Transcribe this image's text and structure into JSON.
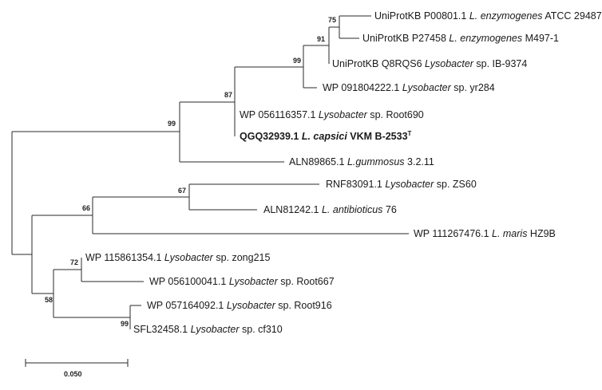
{
  "tree": {
    "leaves": [
      {
        "id": "P00801",
        "acc": "UniProtKB P00801.1 ",
        "sp": "L. enzymogenes",
        "strain": " ATCC 29487",
        "sup": "",
        "bold": false
      },
      {
        "id": "P27458",
        "acc": "UniProtKB P27458 ",
        "sp": "L. enzymogenes",
        "strain": " M497-1",
        "sup": "",
        "bold": false
      },
      {
        "id": "Q8RQS6",
        "acc": "UniProtKB Q8RQS6 ",
        "sp": "Lysobacter",
        "strain": " sp. IB-9374",
        "sup": "",
        "bold": false
      },
      {
        "id": "WP091804222",
        "acc": "WP 091804222.1 ",
        "sp": "Lysobacter",
        "strain": " sp. yr284",
        "sup": "",
        "bold": false
      },
      {
        "id": "WP056116357",
        "acc": "WP 056116357.1 ",
        "sp": "Lysobacter",
        "strain": " sp. Root690",
        "sup": "",
        "bold": false
      },
      {
        "id": "QGQ32939",
        "acc": "QGQ32939.1 ",
        "sp": "L. capsici",
        "strain": " VKM B-2533",
        "sup": "T",
        "bold": true
      },
      {
        "id": "ALN89865",
        "acc": "ALN89865.1 ",
        "sp": "L.gummosus",
        "strain": " 3.2.11",
        "sup": "",
        "bold": false
      },
      {
        "id": "RNF83091",
        "acc": "RNF83091.1 ",
        "sp": "Lysobacter",
        "strain": " sp. ZS60",
        "sup": "",
        "bold": false
      },
      {
        "id": "ALN81242",
        "acc": "ALN81242.1 ",
        "sp": "L. antibioticus",
        "strain": " 76",
        "sup": "",
        "bold": false
      },
      {
        "id": "WP111267476",
        "acc": "WP 111267476.1 ",
        "sp": "L. maris",
        "strain": "  HZ9B",
        "sup": "",
        "bold": false
      },
      {
        "id": "WP115861354",
        "acc": "WP 115861354.1 ",
        "sp": "Lysobacter",
        "strain": " sp. zong215",
        "sup": "",
        "bold": false
      },
      {
        "id": "WP056100041",
        "acc": "WP 056100041.1 ",
        "sp": "Lysobacter",
        "strain": " sp. Root667",
        "sup": "",
        "bold": false
      },
      {
        "id": "WP057164092",
        "acc": "WP 057164092.1 ",
        "sp": "Lysobacter",
        "strain": " sp. Root916",
        "sup": "",
        "bold": false
      },
      {
        "id": "SFL32458",
        "acc": "SFL32458.1 ",
        "sp": "Lysobacter",
        "strain": " sp. cf310",
        "sup": "",
        "bold": false
      }
    ],
    "bootstrap": [
      "75",
      "91",
      "99",
      "87",
      "99",
      "67",
      "66",
      "72",
      "58",
      "99"
    ],
    "scale_bar_label": "0.050"
  },
  "colors": {
    "line": "#2a2a2a",
    "text": "#1a1a1a"
  }
}
